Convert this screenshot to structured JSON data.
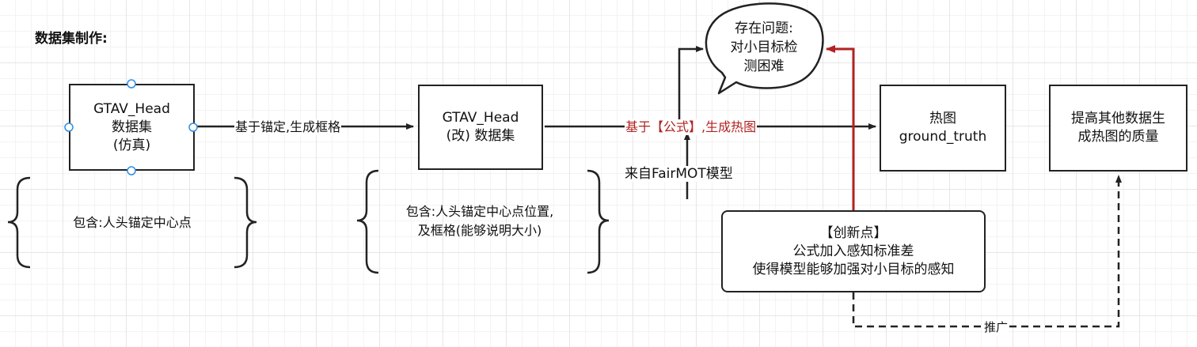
{
  "title": "数据集制作:",
  "nodes": {
    "gtav_head": {
      "line1": "GTAV_Head",
      "line2": "数据集",
      "line3": "(仿真)"
    },
    "gtav_head_mod": {
      "line1": "GTAV_Head",
      "line2": "(改) 数据集"
    },
    "heatmap": {
      "line1": "热图",
      "line2": "ground_truth"
    },
    "other_data": {
      "line1": "提高其他数据生",
      "line2": "成热图的质量"
    },
    "innovation": {
      "line1": "【创新点】",
      "line2": "公式加入感知标准差",
      "line3": "使得模型能够加强对小目标的感知"
    },
    "problem": {
      "line1": "存在问题:",
      "line2": "对小目标检",
      "line3": "测困难"
    }
  },
  "edges": {
    "anchor_box": "基于锚定,生成框格",
    "formula_heatmap": "基于【公式】,生成热图",
    "from_fairmot": "来自FairMOT模型",
    "promote": "推广"
  },
  "notes": {
    "note1": {
      "line1": "包含:人头锚定中心点"
    },
    "note2": {
      "line1": "包含:人头锚定中心点位置,",
      "line2": "及框格(能够说明大小)"
    }
  },
  "colors": {
    "stroke": "#222222",
    "accent_red": "#b22222",
    "selection_handle": "#2f8de4",
    "grid": "#e6e6e6"
  }
}
